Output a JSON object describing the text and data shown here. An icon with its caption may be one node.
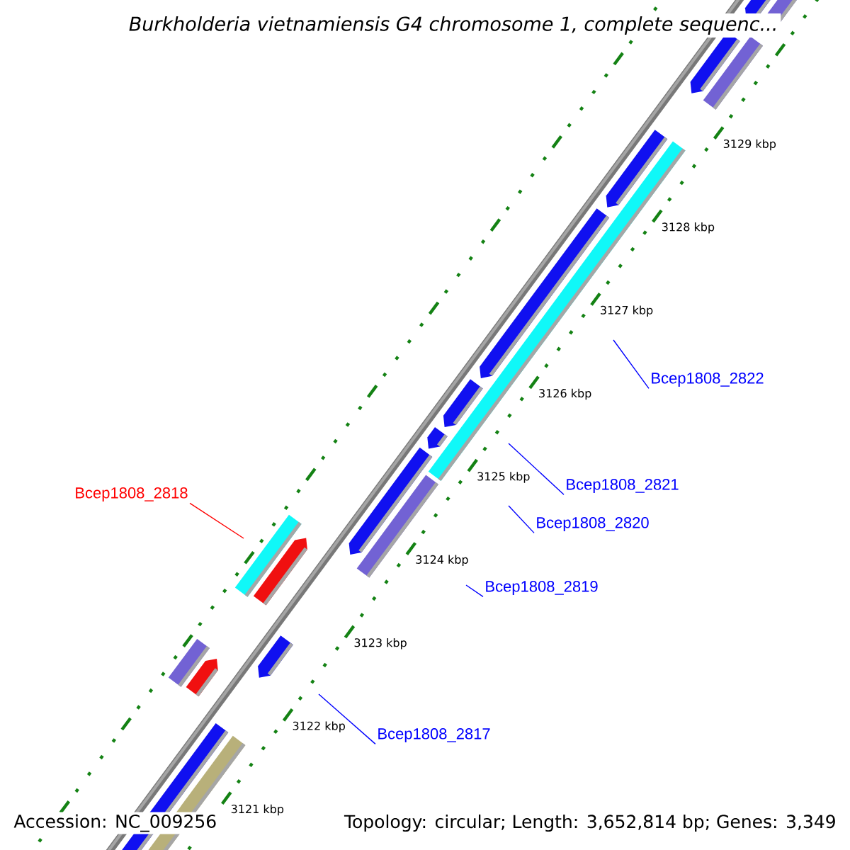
{
  "diagram": {
    "title": "Burkholderia vietnamiensis G4 chromosome 1, complete sequenc...",
    "nodes": [
      {
        "text": [
          "Bcep1808_2822"
        ]
      },
      {
        "text": [
          "Bcep1808_2821"
        ]
      },
      {
        "text": [
          "Bcep1808_2820"
        ]
      },
      {
        "text": [
          "Bcep1808_2819"
        ]
      },
      {
        "text": [
          "Bcep1808_2818"
        ]
      },
      {
        "text": [
          "Bcep1808_2817"
        ]
      }
    ],
    "edges": [
      {
        "from": 0,
        "to": null,
        "arrow": "none"
      },
      {
        "from": 1,
        "to": null,
        "arrow": "none"
      },
      {
        "from": 2,
        "to": null,
        "arrow": "none"
      },
      {
        "from": 3,
        "to": null,
        "arrow": "none"
      },
      {
        "from": 4,
        "to": null,
        "arrow": "none",
        "color": "#ff0000"
      },
      {
        "from": 5,
        "to": null,
        "arrow": "none"
      }
    ],
    "labels": [
      "3121 kbp",
      "3122 kbp",
      "3123 kbp",
      "3124 kbp",
      "3125 kbp",
      "3126 kbp",
      "3127 kbp",
      "3128 kbp",
      "3129 kbp",
      "Accession: NC_009256",
      "Topology: circular; Length: 3,652,814 bp; Genes: 3,349"
    ]
  }
}
